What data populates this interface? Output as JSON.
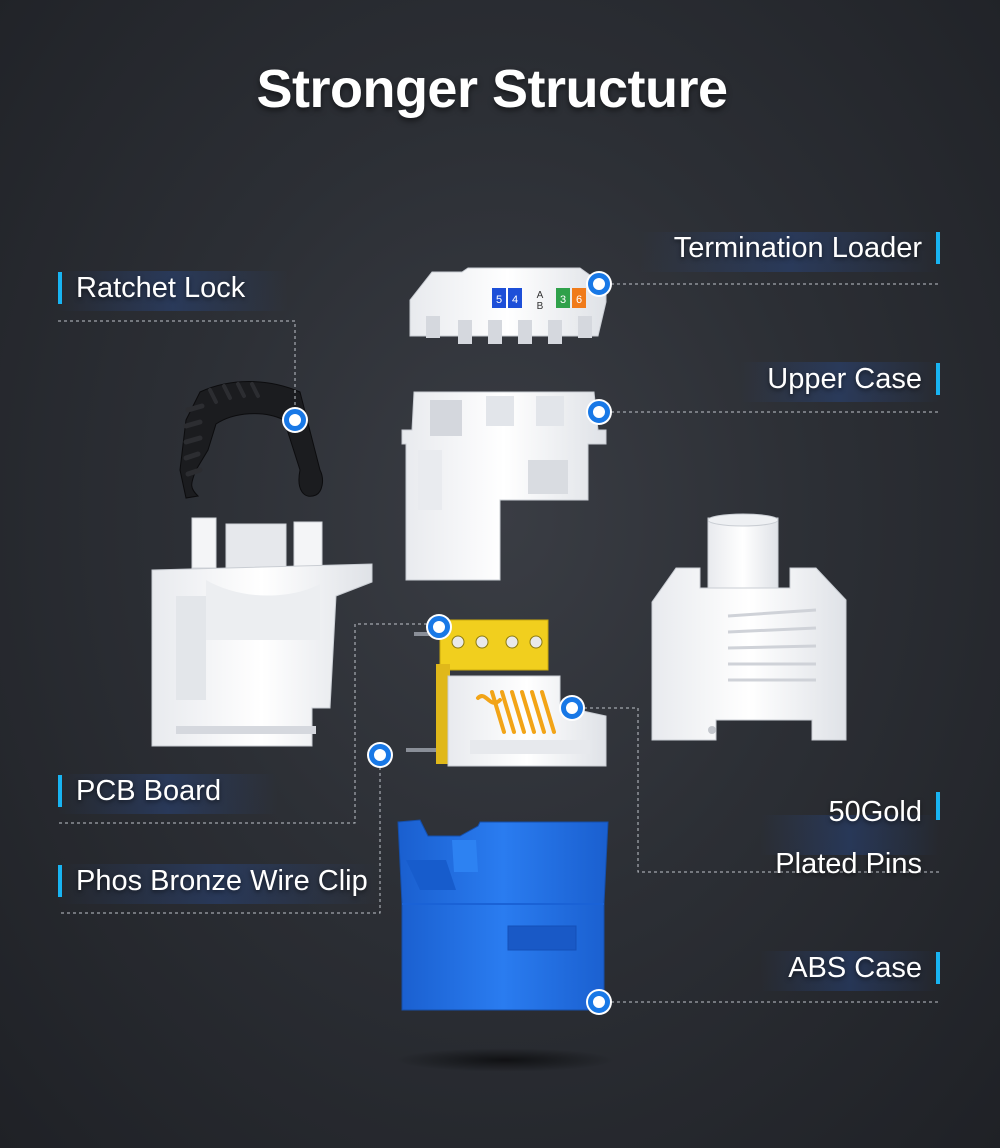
{
  "title": "Stronger Structure",
  "labels": {
    "termination_loader": "Termination Loader",
    "ratchet_lock": "Ratchet Lock",
    "upper_case": "Upper Case",
    "pcb_board": "PCB Board",
    "gold_pins_line1": "50Gold",
    "gold_pins_line2": "Plated Pins",
    "phos_bronze": "Phos Bronze Wire Clip",
    "abs_case": "ABS Case"
  },
  "loader_marks": [
    "4",
    "5",
    "A",
    "B",
    "3",
    "6"
  ],
  "colors": {
    "accent_bar": "#18b4f2",
    "dot_ring": "#1878e6",
    "abs_blue": "#1f6fe0",
    "pcb_yellow": "#f1cf1e",
    "pin_gold": "#f2a417",
    "loader_blue": "#1d4fd8",
    "loader_orange": "#f07b1a",
    "loader_green": "#2fa14a"
  }
}
